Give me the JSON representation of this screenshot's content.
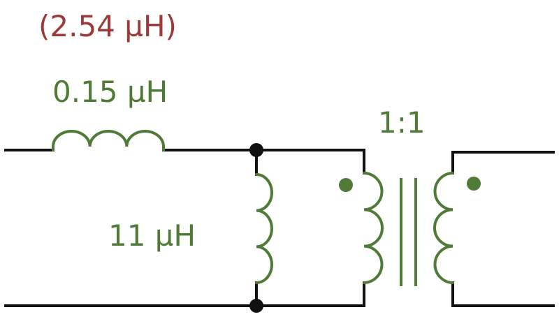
{
  "labels": {
    "total_inductance": "(2.54 µH)",
    "series_inductance": "0.15 µH",
    "shunt_inductance": "11 µH",
    "turns_ratio": "1:1"
  },
  "colors": {
    "wire": "#111111",
    "component": "#4f7a38",
    "total_label": "#9b3a3a"
  },
  "icons": {
    "series_inductor": "inductor-symbol",
    "shunt_inductor": "inductor-symbol",
    "transformer": "ideal-transformer-symbol",
    "polarity_dots": "polarity-dot",
    "junctions": "junction-dot"
  }
}
